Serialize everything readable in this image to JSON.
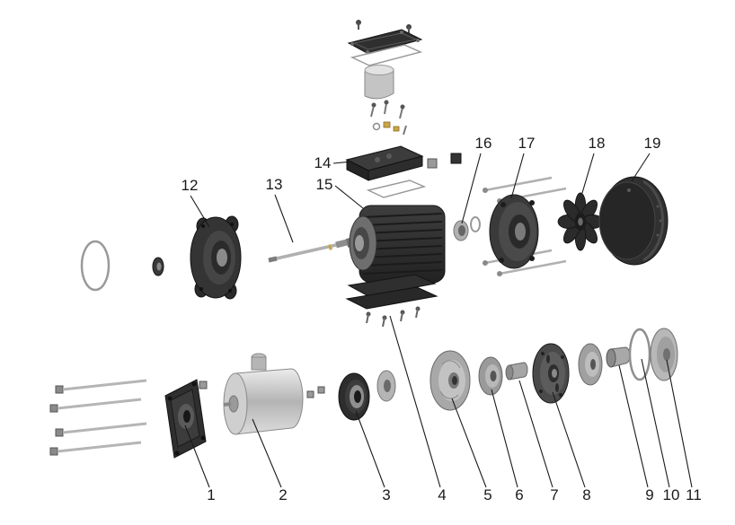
{
  "palette": {
    "bg": "#ffffff",
    "ink": "#1a1a1a",
    "leader": "#1a1a1a",
    "part-dark": "#2f2f2f",
    "part-mid": "#8f8f8f",
    "part-light": "#c8c8c8",
    "steel": "#b5b5b5",
    "brass": "#c9a44a"
  },
  "diagram": {
    "kind": "exploded-parts-view",
    "subject": "pump-motor-assembly",
    "labels": [
      "1",
      "2",
      "3",
      "4",
      "5",
      "6",
      "7",
      "8",
      "9",
      "10",
      "11",
      "12",
      "13",
      "14",
      "15",
      "16",
      "17",
      "18",
      "19"
    ]
  }
}
